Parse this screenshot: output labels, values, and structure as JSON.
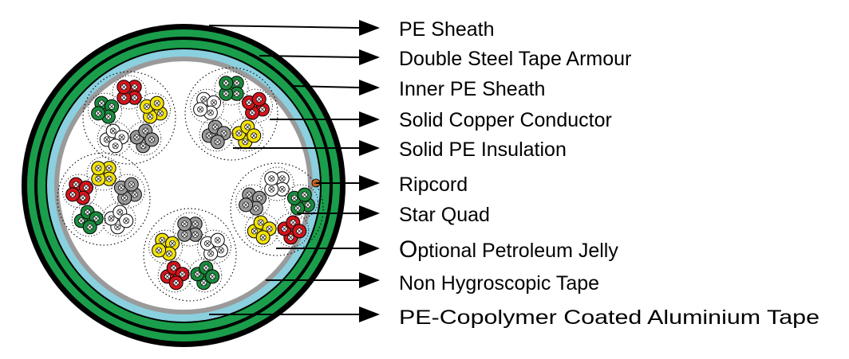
{
  "labels": [
    "PE Sheath",
    "Double Steel Tape Armour",
    "Inner PE Sheath",
    "Solid Copper Conductor",
    "Solid PE Insulation",
    "Ripcord",
    "Star Quad",
    "Optional Petroleum Jelly",
    "Non Hygroscopic Tape",
    "PE-Copolymer Coated Aluminium Tape"
  ],
  "optional_label_parts": {
    "initial": "O",
    "rest": "ptional Petroleum Jelly"
  },
  "colors": {
    "black": "#000000",
    "green": "#1a9e4b",
    "light_blue": "#8ad0df",
    "grey": "#9a9a9a",
    "white": "#ffffff",
    "quad_red": "#d6141c",
    "quad_yellow": "#f2e20a",
    "quad_green": "#1a8c3e",
    "quad_white": "#ffffff",
    "ripcord": "#c8661e"
  },
  "quad_colors_order": [
    "red",
    "yellow",
    "grey",
    "white",
    "green"
  ]
}
